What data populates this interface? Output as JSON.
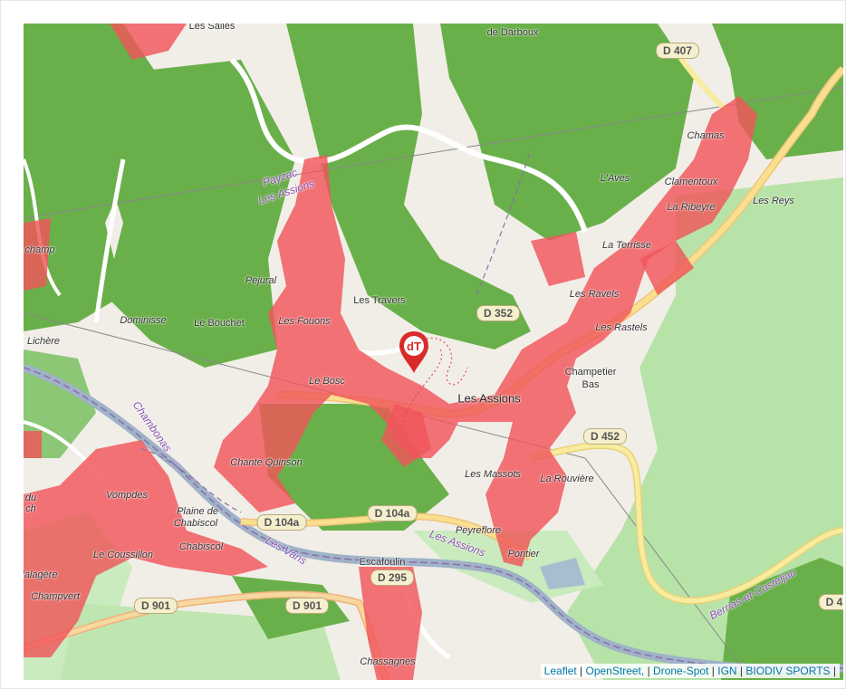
{
  "labels": {
    "les_salles": "Les Salles",
    "darboux": "de Darboux",
    "champ": "champ",
    "lichere": "Lichère",
    "dominisse": "Dominisse",
    "le_bouchet": "Le Bouchet",
    "pejural": "Pejural",
    "les_fouons": "Les Fouons",
    "les_travers": "Les Travers",
    "le_bosc": "Le Bosc",
    "chante_quinson": "Chante Quinson",
    "vompdes": "Vompdes",
    "plaine_de": "Plaine de",
    "chabiscol_plain": "Chabiscol",
    "chabiscol": "Chabiscol",
    "le_coussillon": "Le Coussillon",
    "malagere": "lalagère",
    "champvert": "Champvert",
    "escaioulin": "Escafoulin",
    "chassagnes": "Chassagnes",
    "les_assions": "Les Assions",
    "les_massots": "Les Massots",
    "la_rouviere": "La Rouvière",
    "peyreflore": "Peyreflore",
    "pontier": "Pontier",
    "champetier": "Champetier",
    "bas": "Bas",
    "les_rastels": "Les Rastels",
    "les_ravels": "Les Ravels",
    "la_terrisse": "La Terrisse",
    "la_ribeyre": "La Ribeyre",
    "clamentoux": "Clamentoux",
    "les_reys": "Les Reys",
    "laves": "L'Aves",
    "chamas": "Chamas",
    "payzac": "Payzac",
    "les_assions_commune": "Les Assions",
    "chambonas": "Chambonas",
    "les_vans": "Les Vans",
    "les_assions_purple2": "Les Assions",
    "berrias": "Berrias-et-Casteljau",
    "du": "du",
    "ch": "ch"
  },
  "roads": {
    "d407": "D 407",
    "d352": "D 352",
    "d452": "D 452",
    "d104a_1": "D 104a",
    "d104a_2": "D 104a",
    "d901_1": "D 901",
    "d901_2": "D 901",
    "d295": "D 295",
    "d4": "D 4"
  },
  "marker_text": "dT",
  "attribution": {
    "leaflet": "Leaflet",
    "openstreet": "OpenStreet,",
    "drone_spot": "Drone-Spot",
    "ign": "IGN",
    "biodiv": "BIODIV SPORTS"
  },
  "colors": {
    "land": "#f1eee8",
    "forest": "#6ab04a",
    "meadow": "#b7e3a8",
    "restricted_zone": "#f0555a",
    "river": "#9fb2c8",
    "road": "#ffffff",
    "secondary_road": "#f8e08e"
  }
}
